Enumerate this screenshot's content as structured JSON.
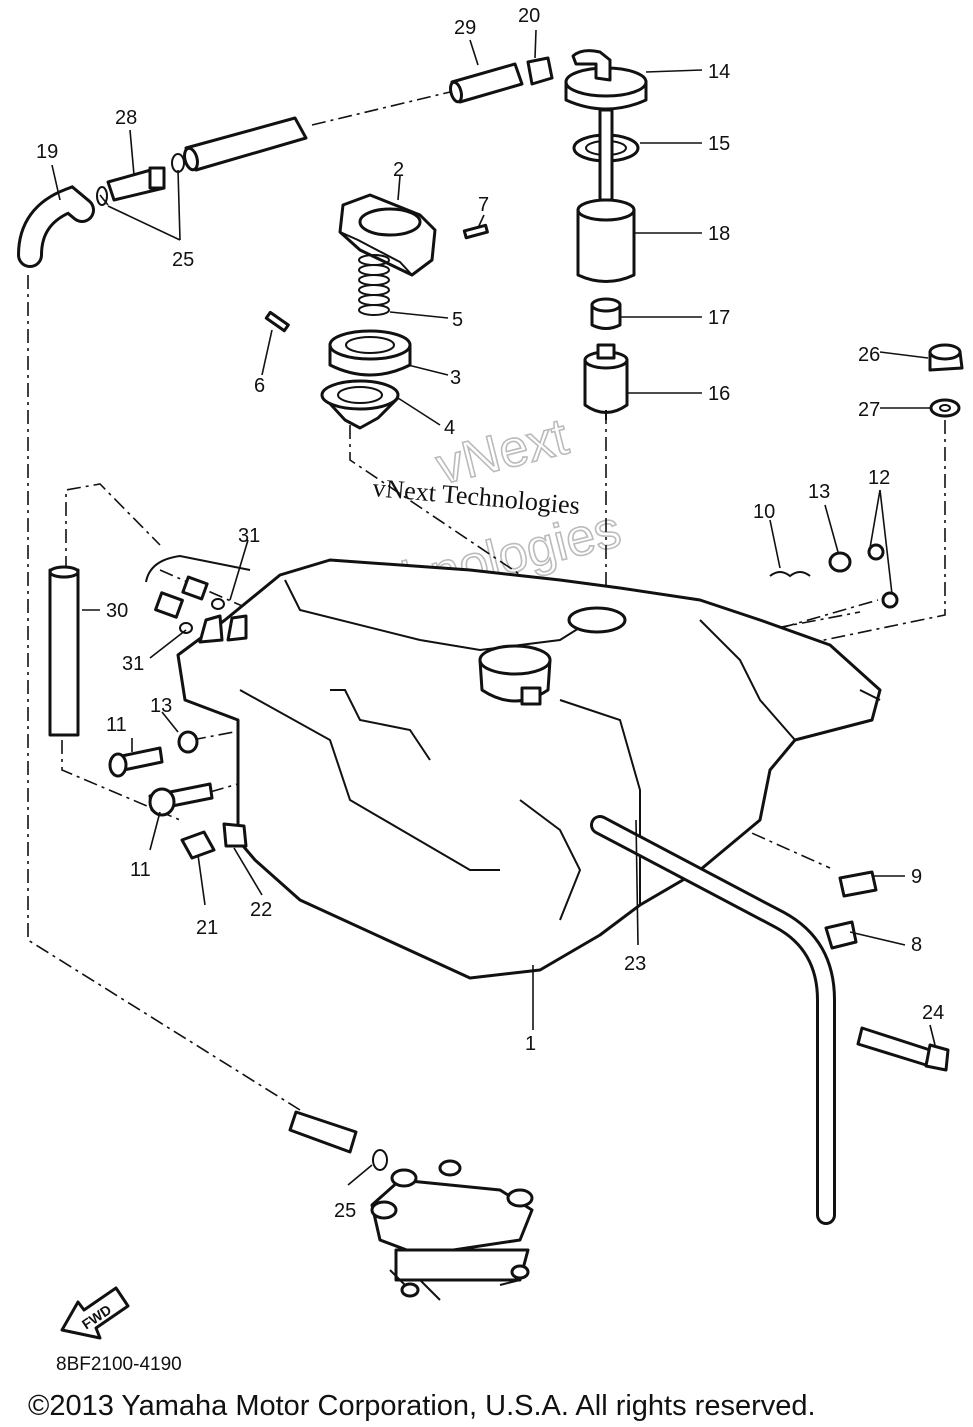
{
  "callouts": [
    {
      "id": "c1",
      "label": "1"
    },
    {
      "id": "c2",
      "label": "2"
    },
    {
      "id": "c3",
      "label": "3"
    },
    {
      "id": "c4",
      "label": "4"
    },
    {
      "id": "c5",
      "label": "5"
    },
    {
      "id": "c6",
      "label": "6"
    },
    {
      "id": "c7",
      "label": "7"
    },
    {
      "id": "c8",
      "label": "8"
    },
    {
      "id": "c9",
      "label": "9"
    },
    {
      "id": "c10",
      "label": "10"
    },
    {
      "id": "c11a",
      "label": "11"
    },
    {
      "id": "c11b",
      "label": "11"
    },
    {
      "id": "c12",
      "label": "12"
    },
    {
      "id": "c13a",
      "label": "13"
    },
    {
      "id": "c13b",
      "label": "13"
    },
    {
      "id": "c14",
      "label": "14"
    },
    {
      "id": "c15",
      "label": "15"
    },
    {
      "id": "c16",
      "label": "16"
    },
    {
      "id": "c17",
      "label": "17"
    },
    {
      "id": "c18",
      "label": "18"
    },
    {
      "id": "c19",
      "label": "19"
    },
    {
      "id": "c20",
      "label": "20"
    },
    {
      "id": "c21",
      "label": "21"
    },
    {
      "id": "c22",
      "label": "22"
    },
    {
      "id": "c23",
      "label": "23"
    },
    {
      "id": "c24",
      "label": "24"
    },
    {
      "id": "c25a",
      "label": "25"
    },
    {
      "id": "c25b",
      "label": "25"
    },
    {
      "id": "c26",
      "label": "26"
    },
    {
      "id": "c27",
      "label": "27"
    },
    {
      "id": "c28",
      "label": "28"
    },
    {
      "id": "c29",
      "label": "29"
    },
    {
      "id": "c30",
      "label": "30"
    },
    {
      "id": "c31a",
      "label": "31"
    },
    {
      "id": "c31b",
      "label": "31"
    }
  ],
  "watermark": {
    "line1": "vNext Technologies",
    "outline_top": "vNext",
    "outline_bottom": "Technologies"
  },
  "fwd_label": "FWD",
  "diagram_code": "8BF2100-4190",
  "copyright": "©2013 Yamaha Motor Corporation, U.S.A. All rights reserved."
}
